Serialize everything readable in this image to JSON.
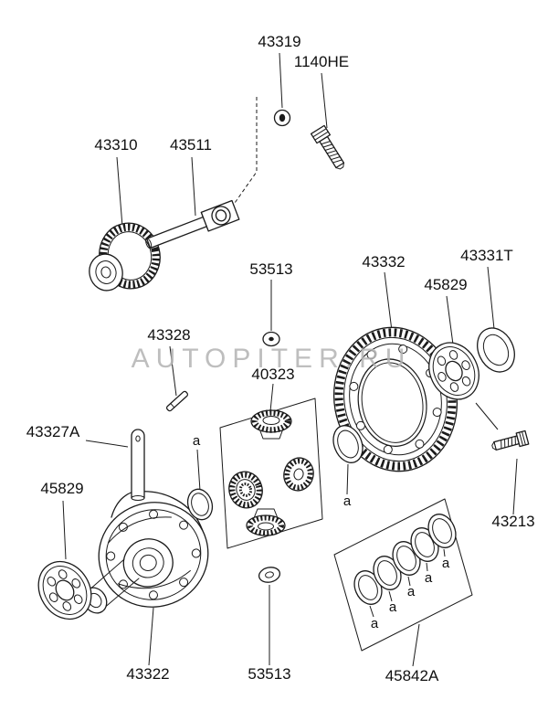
{
  "diagram": {
    "watermark": "AUTOPITER.RU",
    "marker": "a",
    "colors": {
      "ink": "#1b1b1b",
      "watermark": "#b3b3b3",
      "background": "#ffffff"
    },
    "labels": {
      "p43319": "43319",
      "p1140he": "1140HE",
      "p43310": "43310",
      "p43511": "43511",
      "p53513_top": "53513",
      "p43332": "43332",
      "p43331t": "43331T",
      "p45829_top": "45829",
      "p43328": "43328",
      "p40323": "40323",
      "p43327a": "43327A",
      "p45829_left": "45829",
      "p43213": "43213",
      "p43322": "43322",
      "p53513_bottom": "53513",
      "p45842a": "45842A"
    }
  }
}
